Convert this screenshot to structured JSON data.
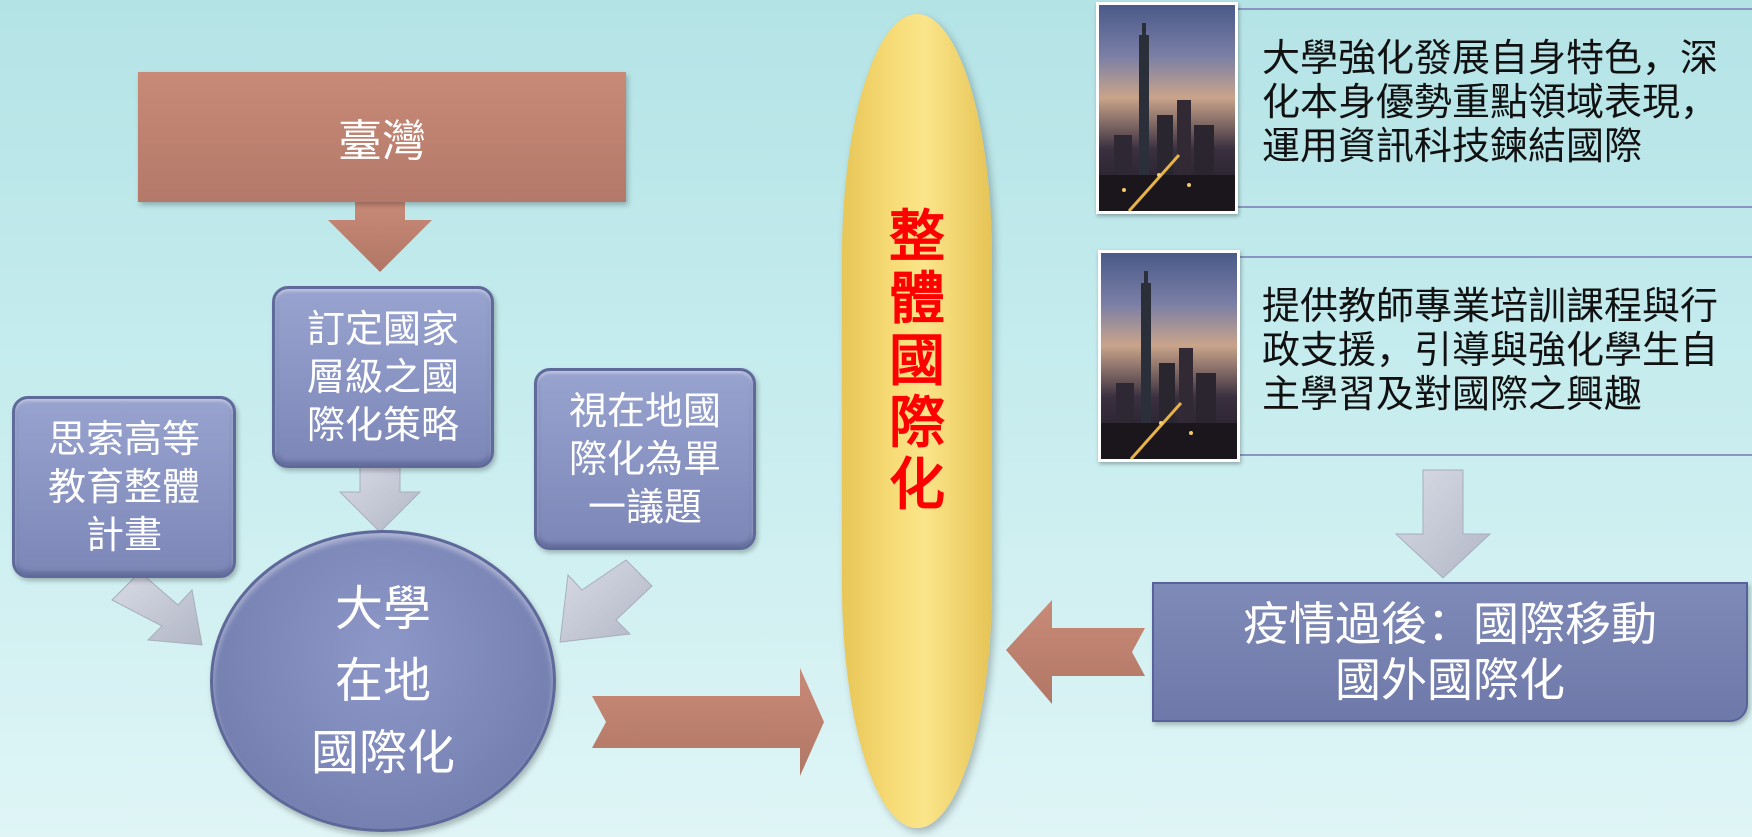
{
  "top_box": {
    "label": "臺灣"
  },
  "strategy_boxes": {
    "center": "訂定國家\n層級之國\n際化策略",
    "left": "思索高等\n教育整體\n計畫",
    "right": "視在地國\n際化為單\n一議題"
  },
  "circle": {
    "label": "大學\n在地\n國際化"
  },
  "pill": {
    "label": "整體國際化"
  },
  "right_items": [
    {
      "text": "大學強化發展自身特色，深\n化本身優勢重點領域表現，\n運用資訊科技鍊結國際"
    },
    {
      "text": "提供教師專業培訓課程與行\n政支援，引導與強化學生自\n主學習及對國際之興趣"
    }
  ],
  "bottom_box": {
    "label": "疫情過後：國際移動\n國外國際化"
  },
  "colors": {
    "brown": "#b97e6e",
    "blue": "#7c87b8",
    "gray_arrow": "#c3c8d6",
    "pill_yellow": "#f5d86f",
    "pill_text": "#ff0000"
  }
}
